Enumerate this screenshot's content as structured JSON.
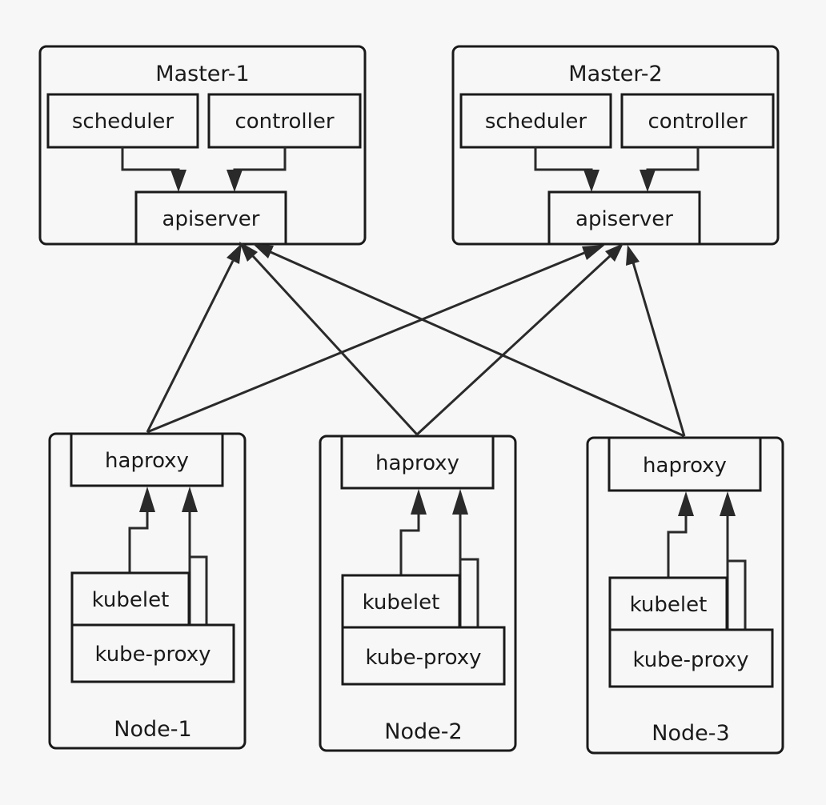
{
  "masters": [
    {
      "title": "Master-1",
      "scheduler": "scheduler",
      "controller": "controller",
      "apiserver": "apiserver"
    },
    {
      "title": "Master-2",
      "scheduler": "scheduler",
      "controller": "controller",
      "apiserver": "apiserver"
    }
  ],
  "nodes": [
    {
      "title": "Node-1",
      "haproxy": "haproxy",
      "kubelet": "kubelet",
      "kube_proxy": "kube-proxy"
    },
    {
      "title": "Node-2",
      "haproxy": "haproxy",
      "kubelet": "kubelet",
      "kube_proxy": "kube-proxy"
    },
    {
      "title": "Node-3",
      "haproxy": "haproxy",
      "kubelet": "kubelet",
      "kube_proxy": "kube-proxy"
    }
  ],
  "colors": {
    "background": "#f7f7f7",
    "stroke": "#1a1a1a"
  }
}
